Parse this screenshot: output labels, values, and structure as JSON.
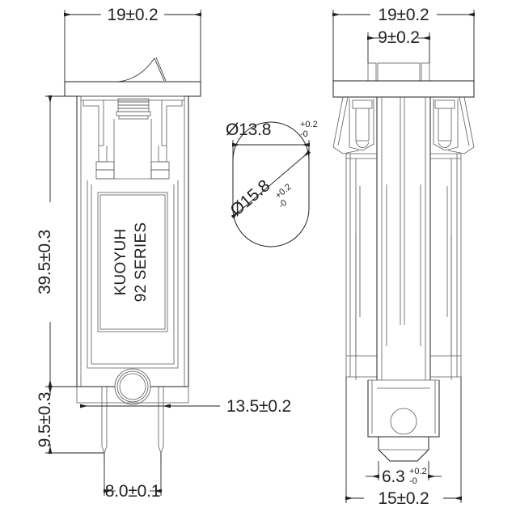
{
  "document": {
    "title": "KUOYUH 92 SERIES circuit breaker outline drawing",
    "type": "mechanical-dimension-drawing",
    "background_color": "#ffffff",
    "line_color": "#231f20"
  },
  "views": {
    "front": {
      "name": "front-view",
      "product_label_line1": "KUOYUH",
      "product_label_line2": "92 SERIES"
    },
    "panel_cutout": {
      "name": "panel-cutout-detail"
    },
    "side": {
      "name": "side-view"
    }
  },
  "dimensions": {
    "front_width": {
      "value": "19±0.2",
      "name": "dim-front-width"
    },
    "front_body_height": {
      "value": "39.5±0.3",
      "name": "dim-body-height"
    },
    "front_terminal_length": {
      "value": "9.5±0.3",
      "name": "dim-terminal-length"
    },
    "front_terminal_pitch": {
      "value": "8.0±0.1",
      "name": "dim-terminal-pitch"
    },
    "front_body_width": {
      "value": "13.5±0.2",
      "name": "dim-body-width"
    },
    "cutout_width": {
      "base": "Ø13.8",
      "plus": "+0.2",
      "minus": "-0",
      "name": "dim-cutout-width"
    },
    "cutout_diagonal": {
      "base": "Ø15.8",
      "plus": "+0.2",
      "minus": "-0",
      "name": "dim-cutout-diagonal"
    },
    "side_width": {
      "value": "19±0.2",
      "name": "dim-side-flange-width"
    },
    "side_neck_width": {
      "value": "9±0.2",
      "name": "dim-side-neck-width"
    },
    "side_terminal_width": {
      "base": "6.3",
      "plus": "+0.2",
      "minus": "-0",
      "name": "dim-side-terminal-width"
    },
    "side_overall_width": {
      "value": "15±0.2",
      "name": "dim-side-overall-width"
    }
  }
}
